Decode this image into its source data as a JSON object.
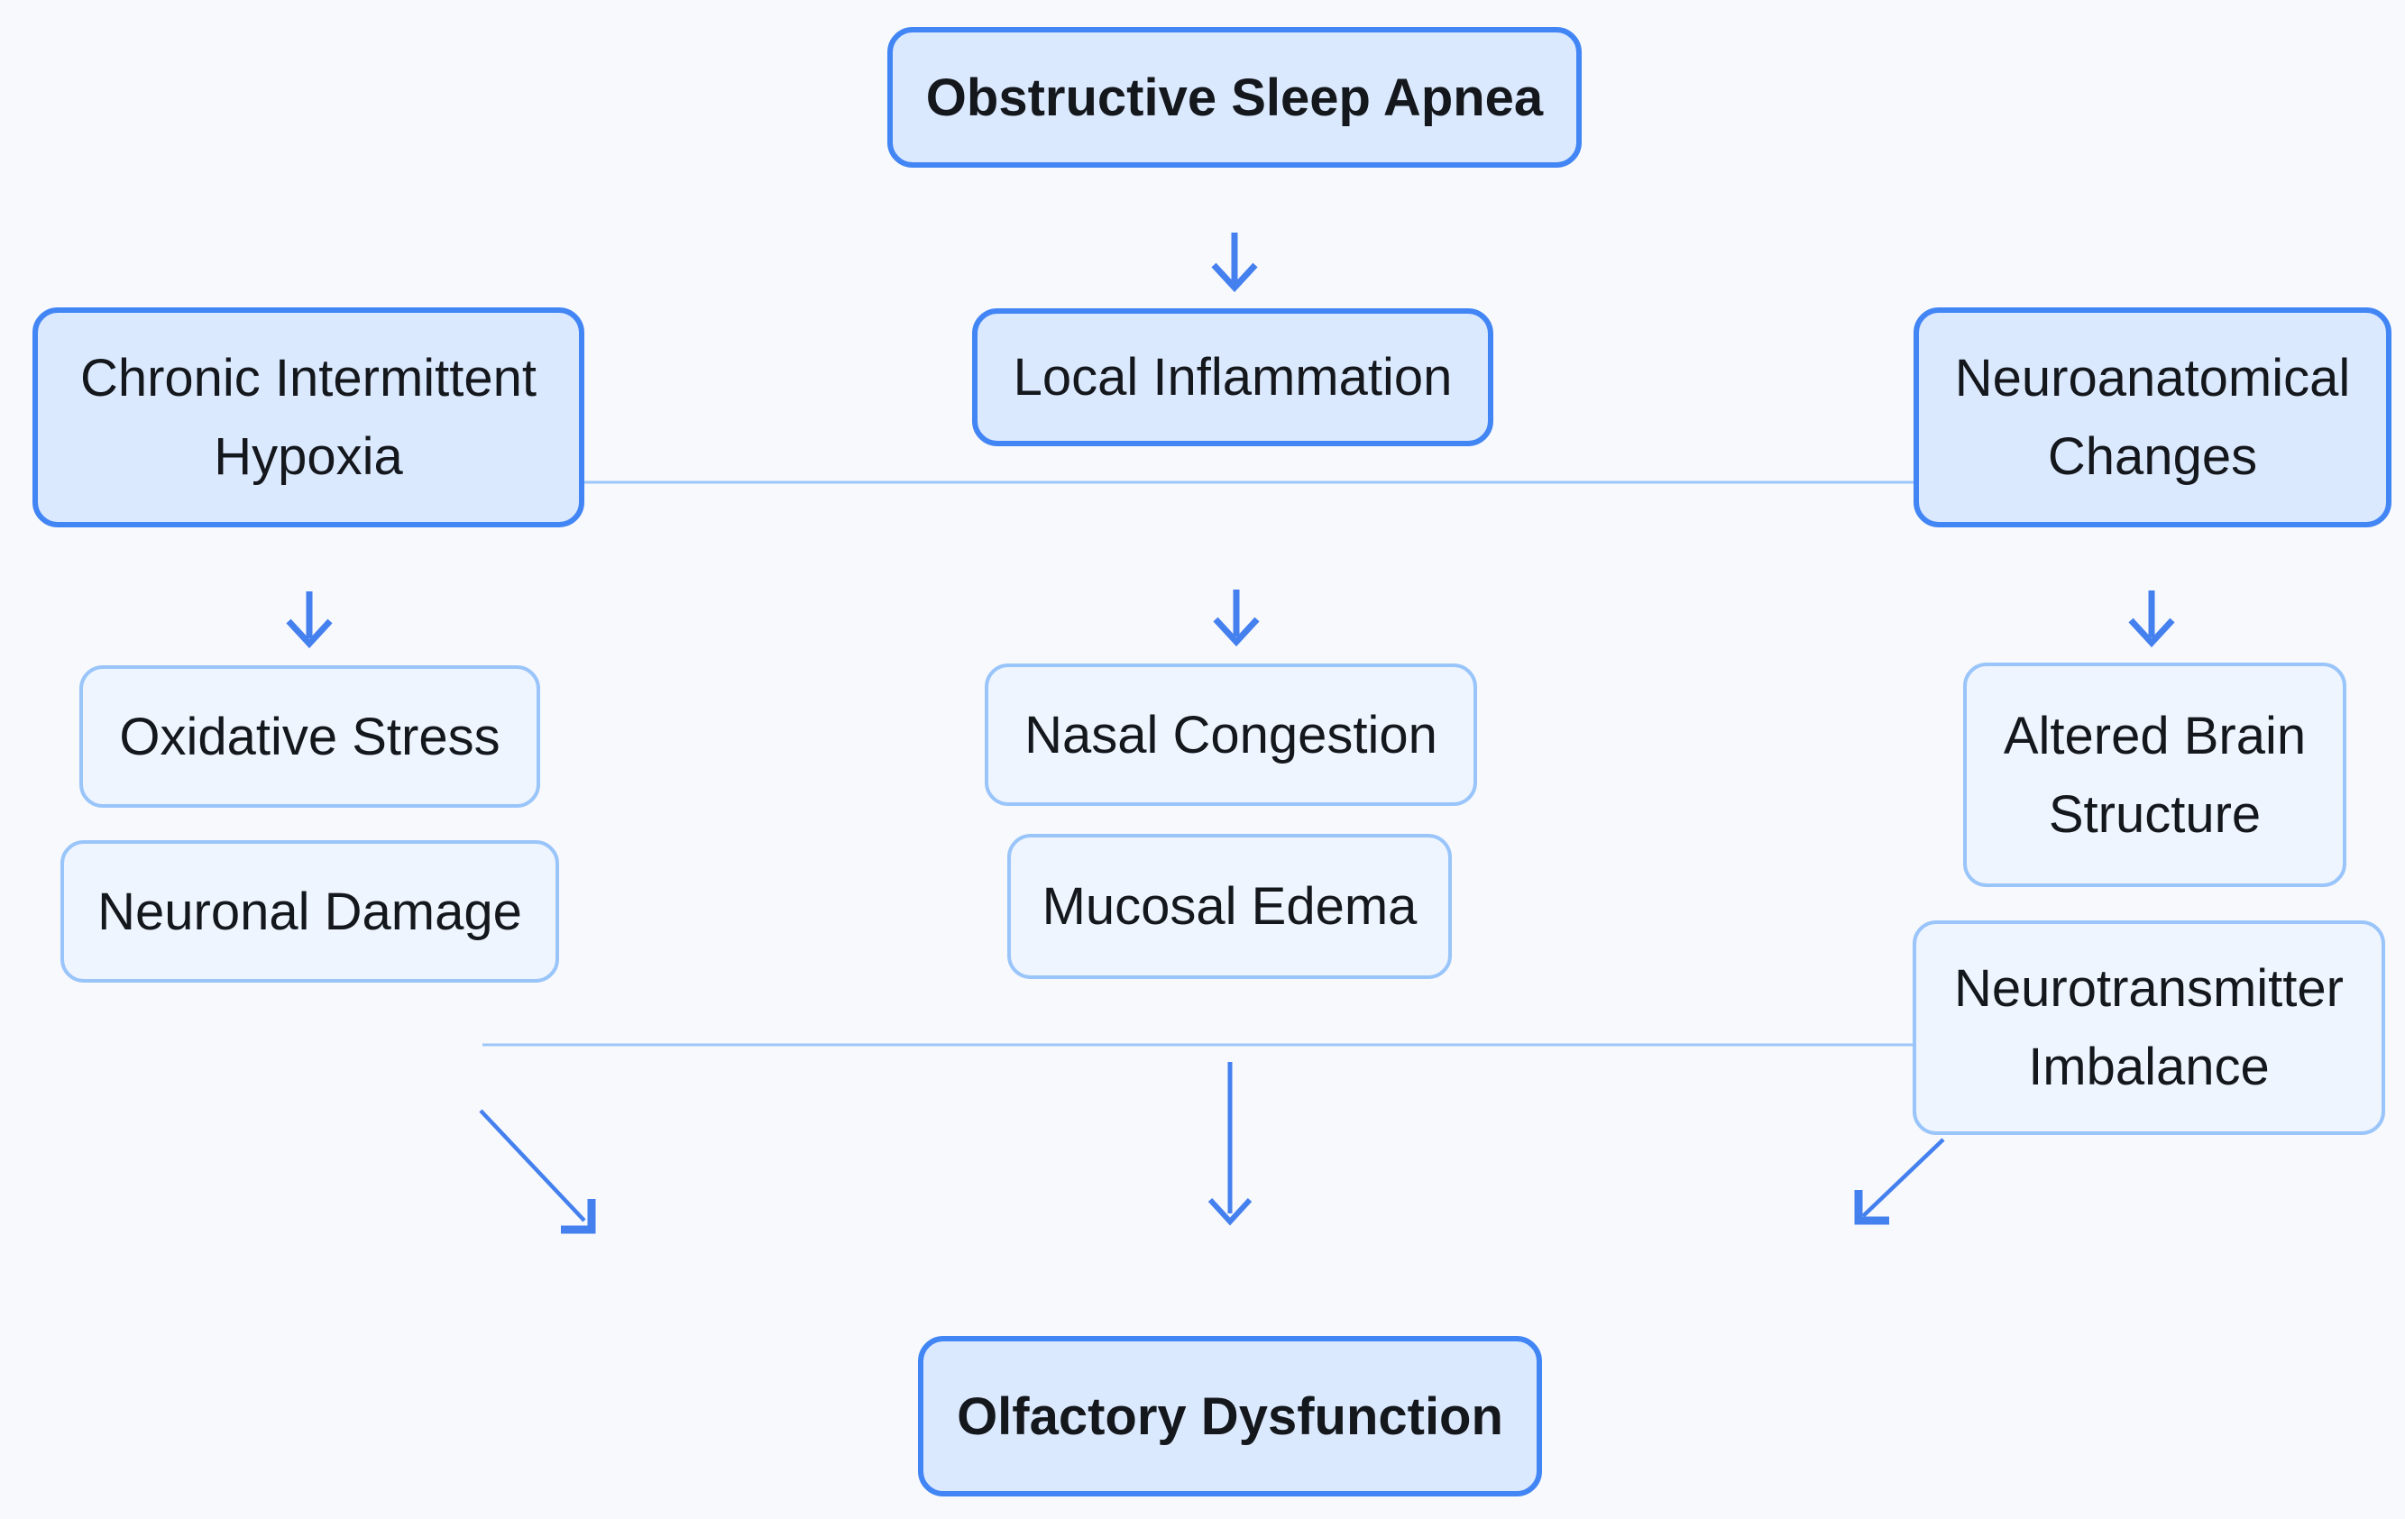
{
  "diagram": {
    "type": "flowchart",
    "direction": "top-down",
    "nodes": {
      "osa": {
        "label": "Obstructive Sleep Apnea",
        "level": "primary",
        "emphasis": "bold"
      },
      "cih": {
        "label": "Chronic Intermittent Hypoxia",
        "level": "primary",
        "emphasis": "normal"
      },
      "li": {
        "label": "Local Inflammation",
        "level": "primary",
        "emphasis": "normal"
      },
      "nc": {
        "label": "Neuroanatomical Changes",
        "level": "primary",
        "emphasis": "normal"
      },
      "ox": {
        "label": "Oxidative Stress",
        "level": "secondary",
        "emphasis": "normal"
      },
      "nd": {
        "label": "Neuronal Damage",
        "level": "secondary",
        "emphasis": "normal"
      },
      "ncg": {
        "label": "Nasal Congestion",
        "level": "secondary",
        "emphasis": "normal"
      },
      "me": {
        "label": "Mucosal Edema",
        "level": "secondary",
        "emphasis": "normal"
      },
      "abs": {
        "label": "Altered Brain Structure",
        "level": "secondary",
        "emphasis": "normal"
      },
      "nti": {
        "label": "Neurotransmitter Imbalance",
        "level": "secondary",
        "emphasis": "normal"
      },
      "od": {
        "label": "Olfactory Dysfunction",
        "level": "primary",
        "emphasis": "bold"
      }
    },
    "edges": [
      {
        "from": "Obstructive Sleep Apnea",
        "to": "Local Inflammation",
        "style": "arrow-down"
      },
      {
        "from": "Chronic Intermittent Hypoxia",
        "to": "Neuroanatomical Changes",
        "style": "plain-line"
      },
      {
        "from": "Chronic Intermittent Hypoxia",
        "to": "Oxidative Stress",
        "style": "arrow-down"
      },
      {
        "from": "Local Inflammation",
        "to": "Nasal Congestion",
        "style": "arrow-down"
      },
      {
        "from": "Neuroanatomical Changes",
        "to": "Altered Brain Structure",
        "style": "arrow-down"
      },
      {
        "from": "left-branch",
        "to": "Olfactory Dysfunction",
        "style": "arrow-diagonal-down-right"
      },
      {
        "from": "center-branch",
        "to": "Olfactory Dysfunction",
        "style": "arrow-down"
      },
      {
        "from": "Neurotransmitter Imbalance",
        "to": "Olfactory Dysfunction",
        "style": "arrow-diagonal-down-left"
      },
      {
        "from": "left-collector",
        "to": "Neurotransmitter Imbalance",
        "style": "plain-line"
      }
    ],
    "colors": {
      "background": "#f7f9fc",
      "primary_border": "#4285f4",
      "primary_fill": "#dbe9fe",
      "secondary_border": "#9ac5fa",
      "secondary_fill": "#eef5fe",
      "connector_line": "#9dc7f9",
      "arrow": "#4580ef",
      "text": "#14171c"
    }
  }
}
